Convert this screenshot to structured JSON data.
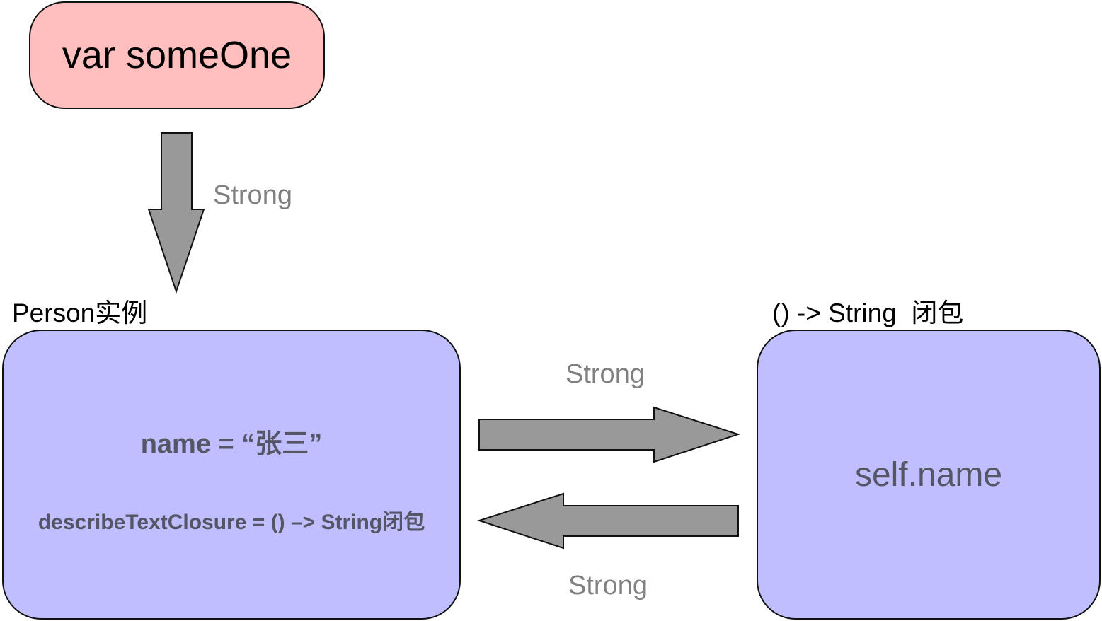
{
  "colors": {
    "var_fill": "#ffbfbf",
    "box_fill": "#bfbfff",
    "arrow_fill": "#999999",
    "stroke": "#111111",
    "label_gray": "#808080",
    "body_text": "#555566"
  },
  "variable": {
    "label": "var someOne"
  },
  "person": {
    "caption": "Person实例",
    "name_field": "name = “张三”",
    "closure_field": "describeTextClosure = () –> String闭包"
  },
  "closure": {
    "caption": "() -> String  闭包",
    "body": "self.name"
  },
  "edges": {
    "var_to_person": "Strong",
    "person_to_closure": "Strong",
    "closure_to_person": "Strong"
  }
}
